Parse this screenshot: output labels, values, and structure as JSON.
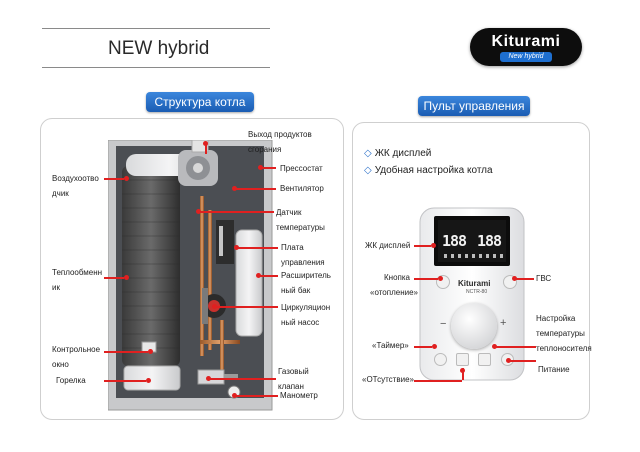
{
  "header": {
    "title": "NEW hybrid",
    "brand": "Kiturami",
    "brand_sub": "New hybrid"
  },
  "sections": {
    "structure_title": "Структура котла",
    "remote_title": "Пульт управления"
  },
  "boiler_labels": {
    "exhaust_1": "Выход продуктов",
    "exhaust_2": "сгорания",
    "pressostat": "Прессостат",
    "fan": "Вентилятор",
    "sensor_1": "Датчик",
    "sensor_2": "температуры",
    "board_1": "Плата",
    "board_2": "управления",
    "expansion_1": "Расширитель",
    "expansion_2": "ный бак",
    "pump_1": "Циркуляцион",
    "pump_2": "ный насос",
    "gas_1": "Газовый",
    "gas_2": "клапан",
    "manometer": "Манометр",
    "air_vent_1": "Воздухоотво",
    "air_vent_2": "дчик",
    "heat_exchanger_1": "Теплообменн",
    "heat_exchanger_2": "ик",
    "control_window_1": "Контрольное",
    "control_window_2": "окно",
    "burner": "Горелка"
  },
  "remote": {
    "feature_1": "ЖК дисплей",
    "feature_2": "Удобная настройка котла",
    "lcd_label": "ЖК дисплей",
    "heating_1": "Кнопка",
    "heating_2": "«отопление»",
    "dhw": "ГВС",
    "setting_1": "Настройка",
    "setting_2": "температуры",
    "setting_3": "теплоносителя",
    "timer": "«Таймер»",
    "away": "«ОТсутствие»",
    "power": "Питание",
    "lcd_value_left": "188",
    "lcd_value_right": "188",
    "device_brand": "Kiturami",
    "device_model": "NCTR-80",
    "minus": "−",
    "plus": "+"
  },
  "colors": {
    "accent_blue": "#1a5cb3",
    "callout_red": "#e02020"
  }
}
